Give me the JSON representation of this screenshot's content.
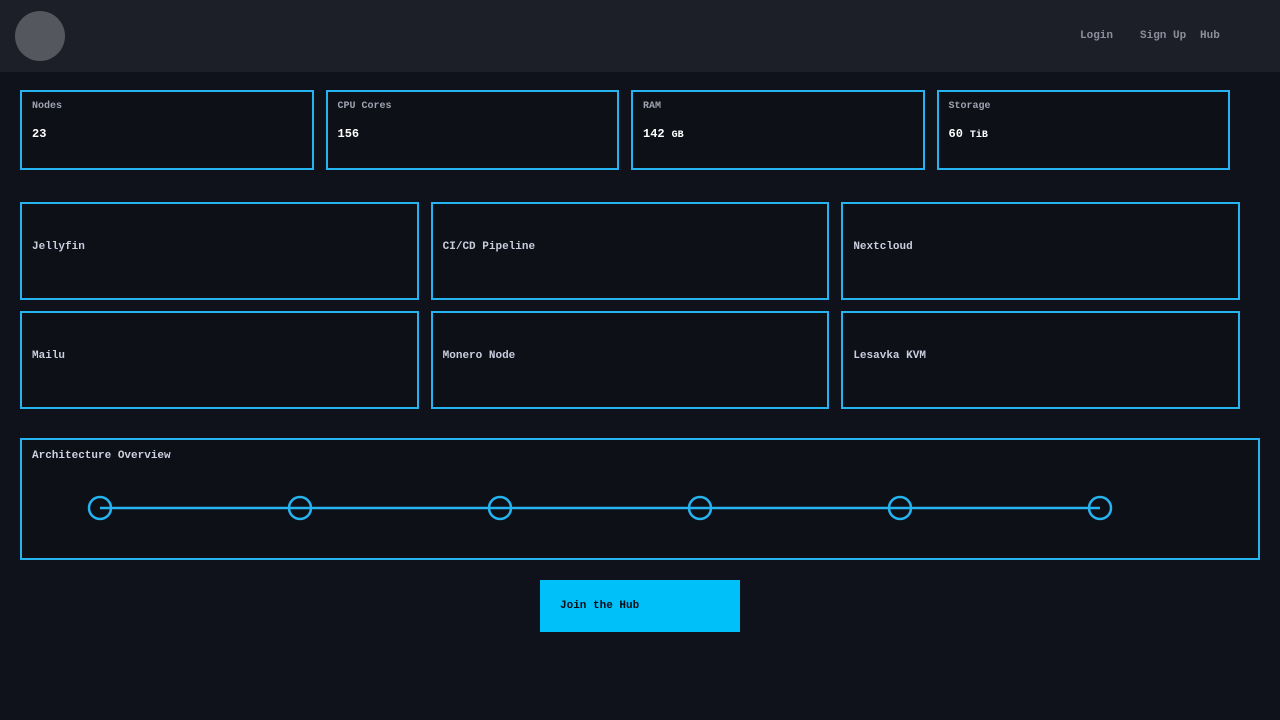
{
  "nav": {
    "links": [
      {
        "label": "Login"
      },
      {
        "label": "Sign Up"
      },
      {
        "label": "Hub"
      }
    ]
  },
  "stats": [
    {
      "label": "Nodes",
      "value": "23",
      "unit": ""
    },
    {
      "label": "CPU Cores",
      "value": "156",
      "unit": ""
    },
    {
      "label": "RAM",
      "value": "142",
      "unit": "GB"
    },
    {
      "label": "Storage",
      "value": "60",
      "unit": "TiB"
    }
  ],
  "services": [
    {
      "name": "Jellyfin"
    },
    {
      "name": "CI/CD Pipeline"
    },
    {
      "name": "Nextcloud"
    },
    {
      "name": "Mailu"
    },
    {
      "name": "Monero Node"
    },
    {
      "name": "Lesavka KVM"
    }
  ],
  "architecture": {
    "title": "Architecture Overview",
    "node_count": 6
  },
  "cta": {
    "label": "Join the Hub"
  },
  "colors": {
    "accent": "#25b4f0",
    "button_bg": "#00c0fa",
    "page_bg": "#10121b",
    "nav_bg": "#1d1f28",
    "card_bg": "#0e1018"
  }
}
